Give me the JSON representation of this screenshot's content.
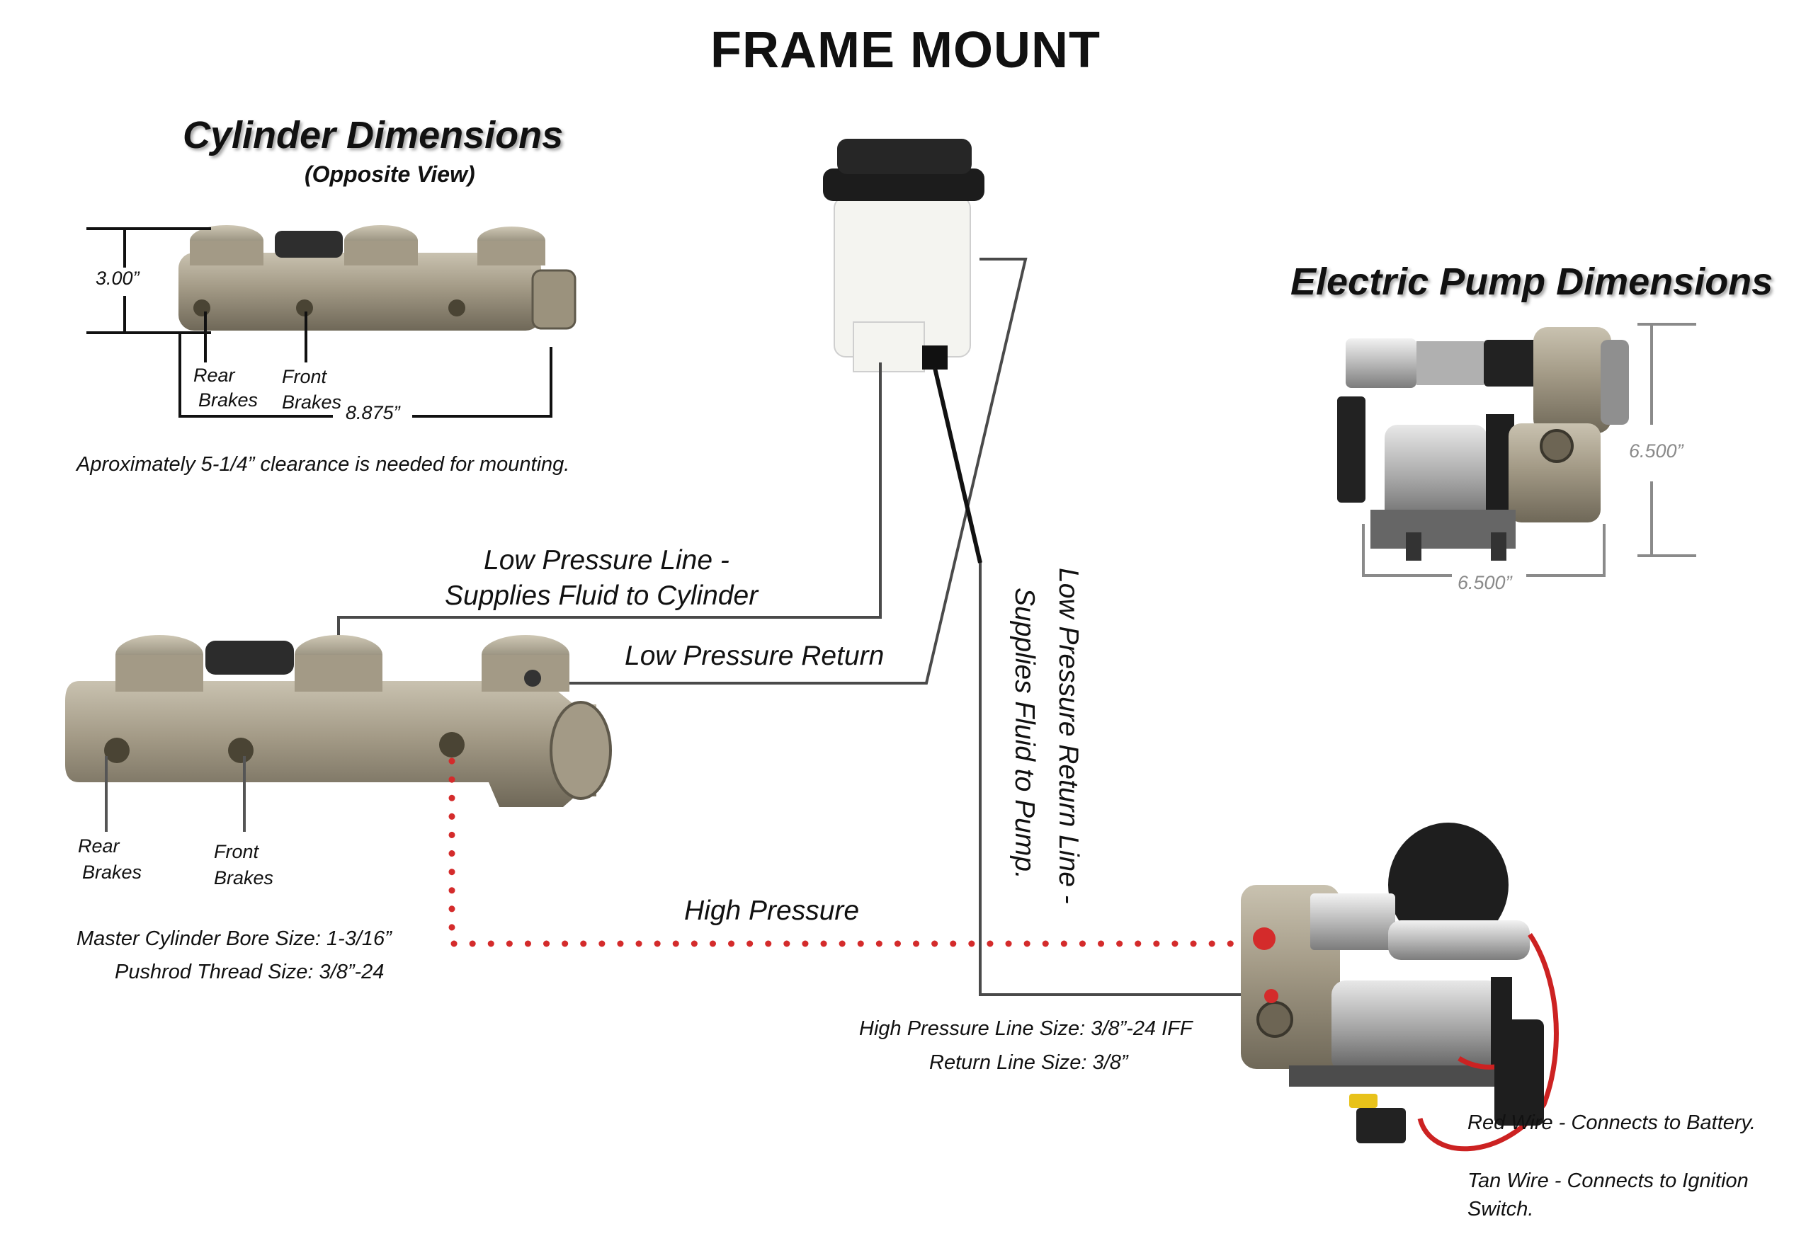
{
  "title": "FRAME MOUNT",
  "cylinder_dimensions": {
    "heading": "Cylinder Dimensions",
    "subheading": "(Opposite View)",
    "height_label": "3.00”",
    "length_label": "8.875”",
    "rear_label_1": "Rear",
    "rear_label_2": "Brakes",
    "front_label_1": "Front",
    "front_label_2": "Brakes",
    "clearance_note": "Aproximately 5-1/4” clearance is needed for mounting."
  },
  "pump_dimensions": {
    "heading": "Electric Pump Dimensions",
    "height_label": "6.500”",
    "width_label": "6.500”"
  },
  "main_cylinder": {
    "rear_label_1": "Rear",
    "rear_label_2": "Brakes",
    "front_label_1": "Front",
    "front_label_2": "Brakes",
    "bore_size": "Master Cylinder Bore Size: 1-3/16”",
    "pushrod_thread": "Pushrod Thread  Size: 3/8”-24"
  },
  "lines": {
    "low_pressure_line_1": "Low Pressure Line -",
    "low_pressure_line_2": "Supplies Fluid to Cylinder",
    "low_pressure_return": "Low Pressure Return",
    "return_line_vertical_1": "Low Pressure Return Line -",
    "return_line_vertical_2": "Supplies Fluid to Pump.",
    "high_pressure": "High Pressure",
    "high_pressure_line_size": "High Pressure Line Size: 3/8”-24 IFF",
    "return_line_size": "Return Line Size: 3/8”"
  },
  "wiring": {
    "red_wire": "Red Wire - Connects to Battery.",
    "tan_wire_1": "Tan Wire - Connects to Ignition",
    "tan_wire_2": "Switch."
  },
  "colors": {
    "high_pressure_dots": "#d42b2b",
    "line": "#4a4a4a",
    "metal": "#a39a86",
    "reservoir_cap": "#1c1c1c",
    "reservoir_body": "#f4f4f0"
  }
}
